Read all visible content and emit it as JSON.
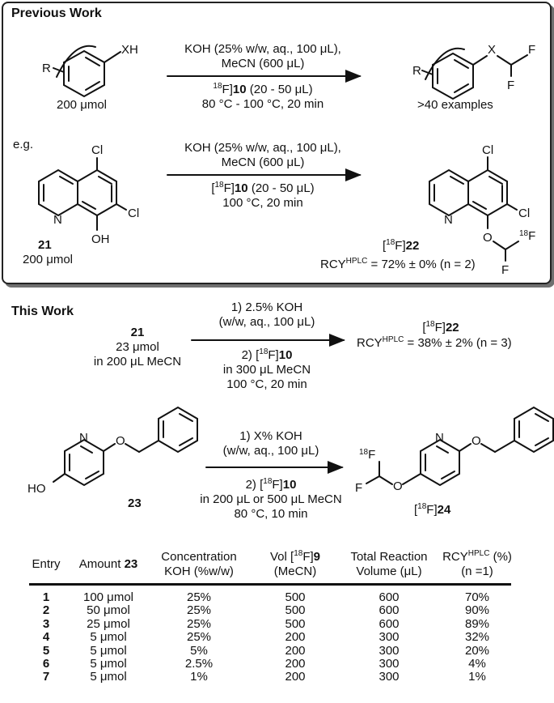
{
  "previous_work": {
    "heading": "Previous Work",
    "row1": {
      "reactant_amount": "200 μmol",
      "product_note": ">40 examples",
      "cond_above": [
        "KOH (25% w/w, aq., 100 μL),",
        "MeCN (600 μL)"
      ],
      "cond_below_reagent": "[18F]10 (20 - 50 μL)",
      "cond_below_temp": "80 °C - 100 °C, 20 min",
      "atoms": {
        "xh": "XH",
        "r": "R",
        "x": "X",
        "f": "F"
      }
    },
    "row2": {
      "eg": "e.g.",
      "reactant_label": "21",
      "reactant_amount": "200 μmol",
      "cond_above": [
        "KOH (25% w/w, aq., 100 μL),",
        "MeCN (600 μL)"
      ],
      "cond_below_reagent": "[18F]10 (20 - 50 μL)",
      "cond_below_temp": "100 °C, 20 min",
      "product_label": "[18F]22",
      "rcy": "RCYHPLC = 72% ± 0% (n = 2)",
      "atoms": {
        "cl": "Cl",
        "n": "N",
        "oh": "OH",
        "o": "O",
        "f": "F",
        "f18": "18F"
      }
    }
  },
  "this_work": {
    "heading": "This Work",
    "row1": {
      "reactant": [
        "21",
        "23 μmol",
        "in 200 μL MeCN"
      ],
      "cond_above": [
        "1) 2.5% KOH",
        "(w/w, aq., 100 μL)"
      ],
      "cond_below": [
        "2) [18F]10",
        "in 300 μL MeCN",
        "100 °C, 20 min"
      ],
      "product_label": "[18F]22",
      "rcy": "RCYHPLC = 38% ± 2% (n = 3)"
    },
    "row2": {
      "reactant_label": "23",
      "cond_above": [
        "1) X% KOH",
        "(w/w, aq., 100 μL)"
      ],
      "cond_below": [
        "2) [18F]10",
        "in 200 μL or 500 μL MeCN",
        "80 °C, 10 min"
      ],
      "product_label": "[18F]24",
      "atoms": {
        "n": "N",
        "o": "O",
        "ho": "HO",
        "f": "F",
        "f18": "18F"
      }
    }
  },
  "table": {
    "headers": [
      "Entry",
      "Amount 23",
      "Concentration KOH (%w/w)",
      "Vol [18F]9 (MeCN)",
      "Total Reaction Volume (μL)",
      "RCYHPLC (%) (n =1)"
    ],
    "rows": [
      [
        "1",
        "100 μmol",
        "25%",
        "500",
        "600",
        "70%"
      ],
      [
        "2",
        "50 μmol",
        "25%",
        "500",
        "600",
        "90%"
      ],
      [
        "3",
        "25 μmol",
        "25%",
        "500",
        "600",
        "89%"
      ],
      [
        "4",
        "5 μmol",
        "25%",
        "200",
        "300",
        "32%"
      ],
      [
        "5",
        "5 μmol",
        "5%",
        "200",
        "300",
        "20%"
      ],
      [
        "6",
        "5 μmol",
        "2.5%",
        "200",
        "300",
        "4%"
      ],
      [
        "7",
        "5 μmol",
        "1%",
        "200",
        "300",
        "1%"
      ]
    ]
  }
}
